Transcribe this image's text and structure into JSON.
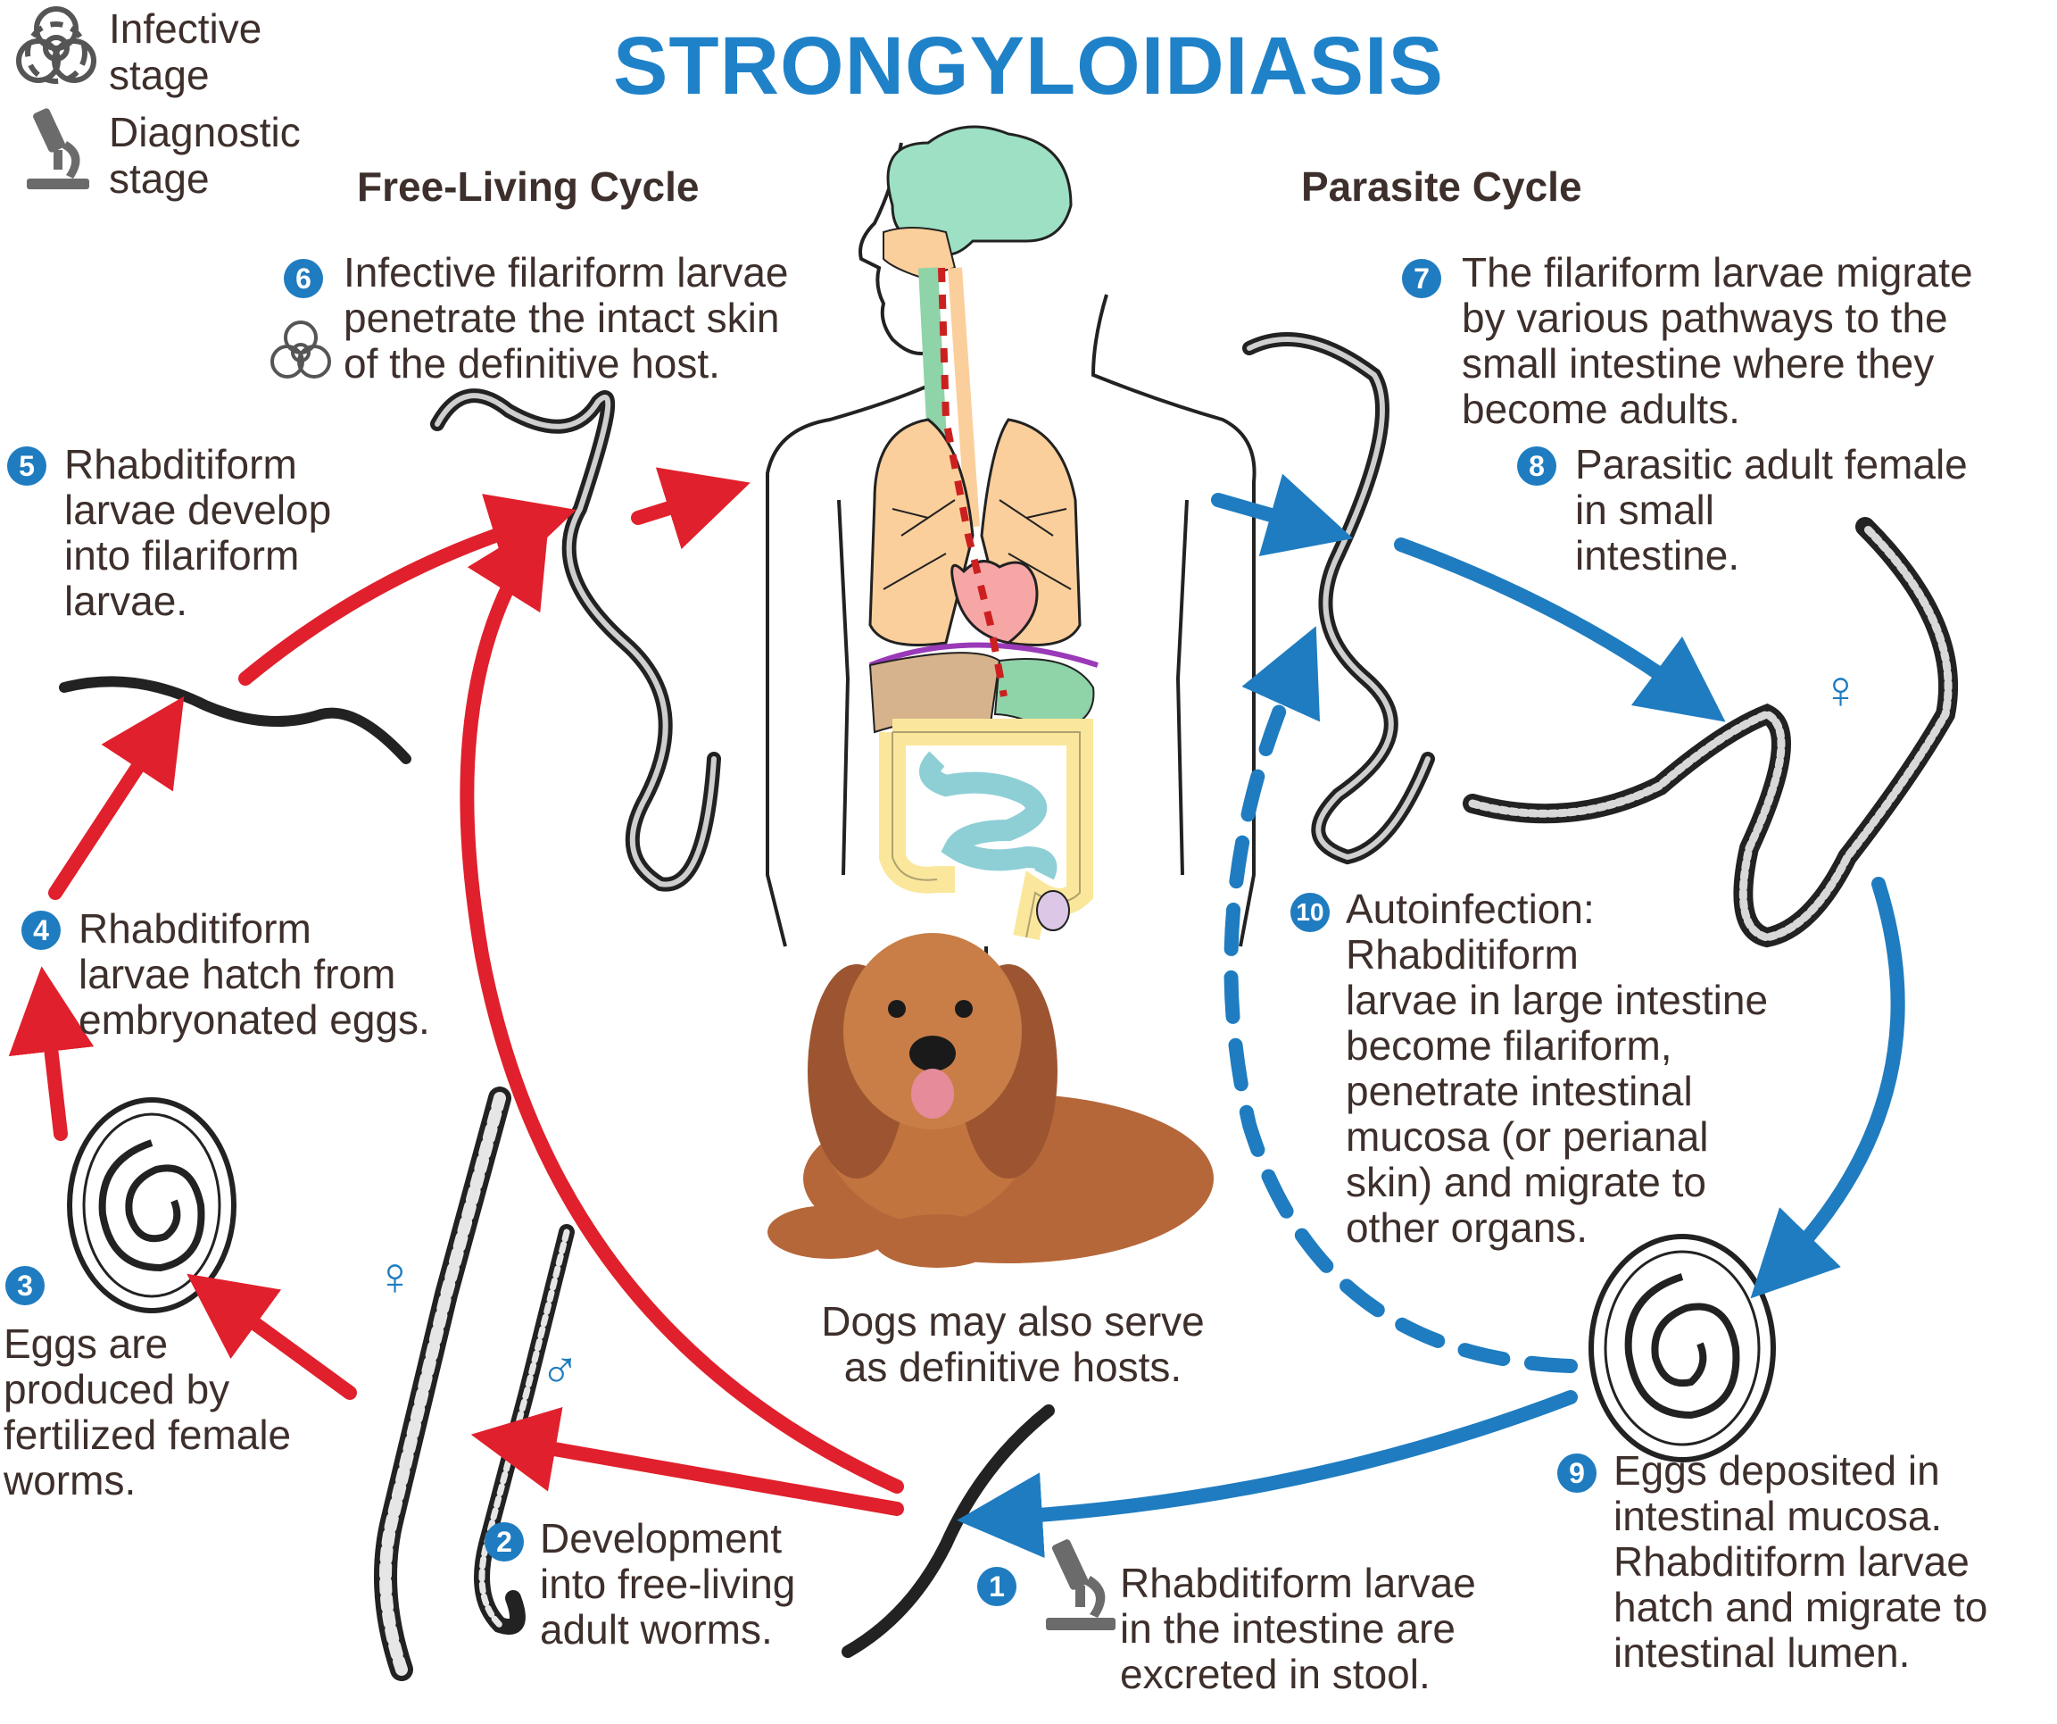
{
  "title": "STRONGYLOIDIASIS",
  "legend": {
    "infective_label": "Infective\nstage",
    "diagnostic_label": "Diagnostic\nstage"
  },
  "cycles": {
    "free_living": "Free-Living Cycle",
    "parasite": "Parasite Cycle"
  },
  "steps": [
    {
      "num": "1",
      "text": "Rhabditiform larvae\nin the intestine are\nexcreted in stool."
    },
    {
      "num": "2",
      "text": "Development\ninto free-living\nadult worms."
    },
    {
      "num": "3",
      "text": "Eggs are\nproduced by\nfertilized female\nworms."
    },
    {
      "num": "4",
      "text": "Rhabditiform\nlarvae hatch from\nembryonated eggs."
    },
    {
      "num": "5",
      "text": "Rhabditiform\nlarvae develop\ninto filariform\nlarvae."
    },
    {
      "num": "6",
      "text": "Infective filariform larvae\npenetrate the intact skin\nof the definitive host."
    },
    {
      "num": "7",
      "text": "The filariform larvae migrate\nby various pathways to the\nsmall intestine where they\nbecome adults."
    },
    {
      "num": "8",
      "text": "Parasitic adult female\nin small\nintestine."
    },
    {
      "num": "9",
      "text": "Eggs deposited in\nintestinal mucosa.\nRhabditiform larvae\nhatch and migrate to\nintestinal lumen."
    },
    {
      "num": "10",
      "text": "Autoinfection:\nRhabditiform\nlarvae in large intestine\nbecome filariform,\npenetrate intestinal\nmucosa (or perianal\nskin) and migrate to\nother organs."
    }
  ],
  "dog_caption": "Dogs may also serve\nas definitive hosts.",
  "symbols": {
    "female": "♀",
    "male": "♂"
  },
  "colors": {
    "title": "#1f82c9",
    "free_arrow": "#e0202c",
    "parasite_arrow": "#1f7cc0",
    "text": "#3d2f2b",
    "badge": "#1f7cc0"
  }
}
